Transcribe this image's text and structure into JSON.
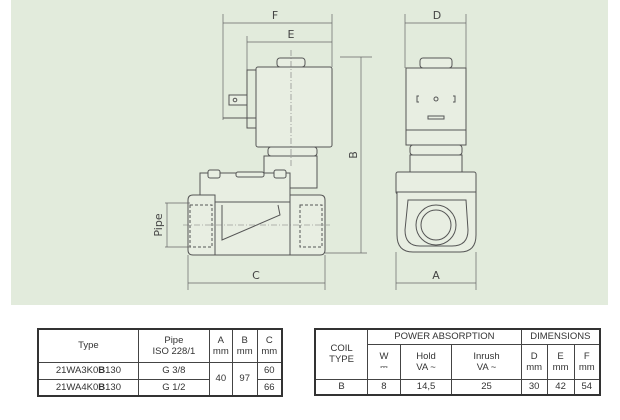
{
  "drawing": {
    "labels": {
      "F": "F",
      "E": "E",
      "B": "B",
      "C": "C",
      "D": "D",
      "A": "A",
      "pipe": "Pipe"
    }
  },
  "valve_table": {
    "headers": {
      "type": "Type",
      "pipe_line1": "Pipe",
      "pipe_line2": "ISO 228/1",
      "a": "A",
      "b": "B",
      "c": "C",
      "unit": "mm"
    },
    "rows": [
      {
        "type_prefix": "21WA3K0",
        "type_bold": "B",
        "type_suffix": "130",
        "pipe": "G 3/8",
        "c": "60"
      },
      {
        "type_prefix": "21WA4K0",
        "type_bold": "B",
        "type_suffix": "130",
        "pipe": "G 1/2",
        "c": "66"
      }
    ],
    "a": "40",
    "b": "97"
  },
  "coil_table": {
    "headers": {
      "coil_type_line1": "COIL",
      "coil_type_line2": "TYPE",
      "power": "POWER ABSORPTION",
      "dimensions": "DIMENSIONS",
      "w": "W",
      "dc_symbol": "⎓",
      "hold": "Hold",
      "inrush": "Inrush",
      "va": "VA ~",
      "d": "D",
      "e": "E",
      "f": "F",
      "unit": "mm"
    },
    "row": {
      "coil": "B",
      "w": "8",
      "hold": "14,5",
      "inrush": "25",
      "d": "30",
      "e": "42",
      "f": "54"
    }
  }
}
